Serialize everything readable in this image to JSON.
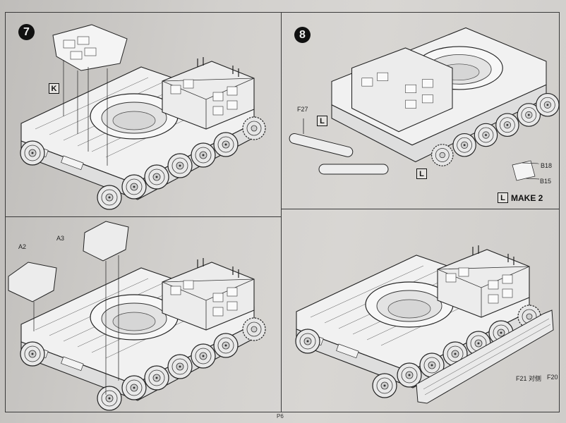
{
  "steps": [
    {
      "number": "7",
      "part_labels": [
        "K"
      ]
    },
    {
      "number": "8",
      "part_labels": [
        "L",
        "L"
      ],
      "codes": [
        "F27",
        "B18",
        "B15"
      ],
      "make_note": {
        "label": "L",
        "text": "MAKE 2"
      }
    },
    {
      "parts": [
        "A2",
        "A3"
      ]
    },
    {
      "parts": [
        "F21 对侧",
        "F20"
      ]
    }
  ],
  "page_number": "P6"
}
